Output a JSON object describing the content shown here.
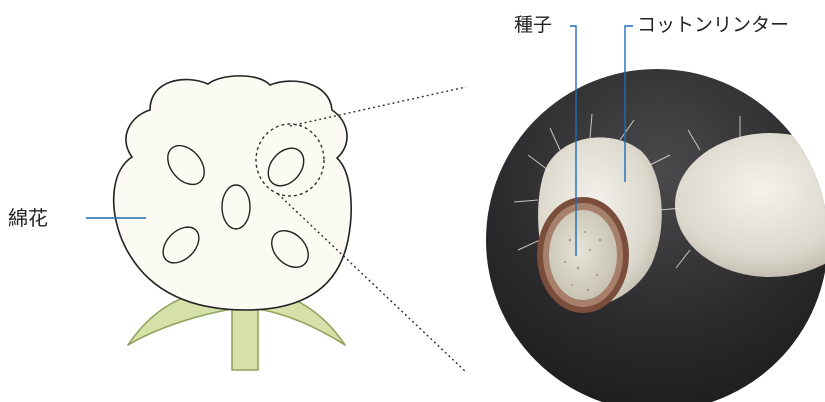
{
  "labels": {
    "cotton": "綿花",
    "seed": "種子",
    "linter": "コットンリンター"
  },
  "colors": {
    "boll_fill": "#fbfaf3",
    "outline": "#222222",
    "stem_fill": "#d5e1a8",
    "stem_stroke": "#8fa35c",
    "leader_line": "#1f6cb3",
    "zoom_dots": "#333333",
    "photo_background": "#2b2b2d",
    "linter_fiber": "#e4e1d8",
    "seed_coat": "#7a4e3b",
    "seed_core": "#d9d6c8"
  }
}
